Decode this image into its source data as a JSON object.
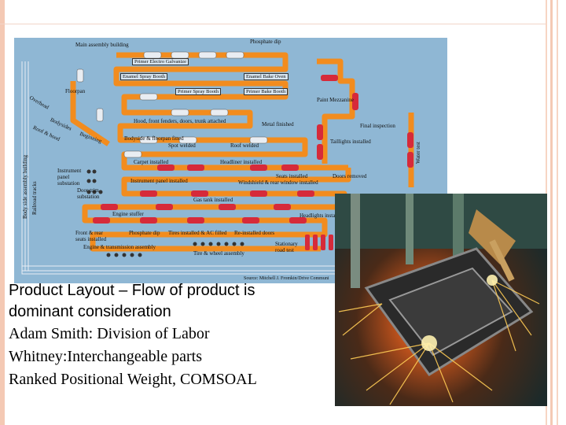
{
  "diagram": {
    "labels": {
      "main_assembly": "Main assembly building",
      "phosphate_dip_top": "Phosphate dip",
      "primer_electro": "Primer Electro Galvanize",
      "enamel_spray": "Enamel Spray Booth",
      "enamel_bake": "Enamel Bake Oven",
      "primer_spray": "Primer Spray Booth",
      "primer_bake": "Primer Bake Booth",
      "floorpan": "Floorpan",
      "paint_mezzanine": "Paint Mezzanine",
      "overhead": "Overhead",
      "bodysides": "Bodysides",
      "roof_hood": "Roof & hood",
      "beginning": "Beginning",
      "hood_fenders": "Hood, front fenders, doors, trunk attached",
      "metal_finished": "Metal finished",
      "final_inspection": "Final inspection",
      "taillights": "Taillights installed",
      "water_test": "Water test",
      "bodyside_floorpan": "Bodyside & floorpan fitted",
      "spot_welded": "Spot welded",
      "roof_welded": "Roof welded",
      "body_side_building": "Body side assembly building",
      "railroad_tracks": "Railroad tracks",
      "carpet": "Carpet installed",
      "headliner": "Headliner installed",
      "instrument_sub": "Instrument panel substation",
      "seats_installed": "Seats installed",
      "doors_removed": "Doors removed",
      "instrument_installed": "Instrument panel installed",
      "windshield": "Windshield & rear window installed",
      "door_trim": "Door trim substation",
      "gas_tank": "Gas tank installed",
      "engine_stuffer": "Engine stuffer",
      "headlights": "Headlights installed",
      "front_rear_seats": "Front & rear seats installed",
      "phosphate_dip_bottom": "Phosphate dip",
      "tires_ac": "Tires installed & AC filled",
      "reinstalled_doors": "Re-installed doors",
      "stationary_road": "Stationary road test",
      "engine_transmission": "Engine & transmission assembly",
      "tire_wheel": "Tire & wheel assembly",
      "source": "Source: Mitchell J. Fromkin/Drive Communi"
    }
  },
  "text": {
    "line1": "Product Layout – Flow of product is",
    "line2": "dominant consideration",
    "line3": "Adam Smith: Division of Labor",
    "line4": "Whitney:Interchangeable parts",
    "line5": "Ranked Positional Weight, COMSOAL"
  },
  "colors": {
    "flow_path": "#f28c1e",
    "diagram_bg": "#8fb7d4",
    "car_red": "#d62a3a",
    "car_white": "#e9edf2"
  }
}
